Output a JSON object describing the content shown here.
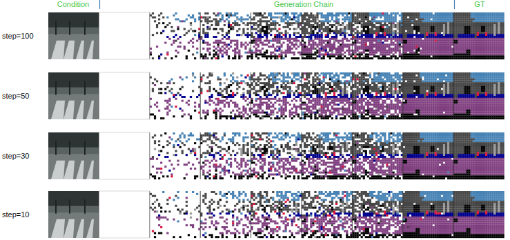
{
  "diagram": {
    "labels": [
      "Condition",
      "Generation Chain",
      "GT",
      "step=100",
      "step=50",
      "step=30",
      "step=10"
    ]
  }
}
